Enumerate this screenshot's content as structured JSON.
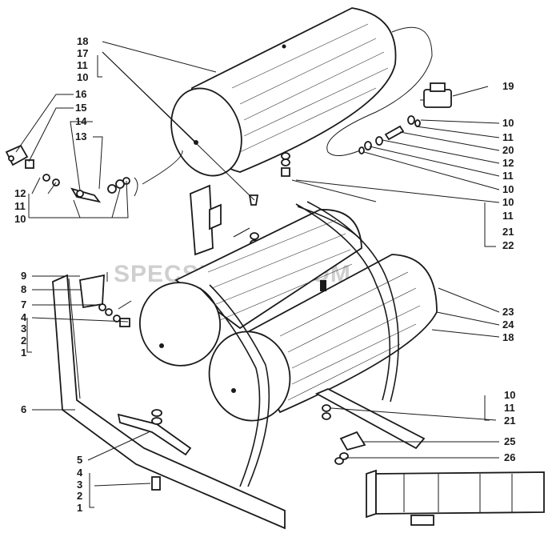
{
  "watermark": "SPECSERVER.COM",
  "callouts": {
    "right_top": [
      "18",
      "17",
      "11",
      "10"
    ],
    "left_upper": [
      "16",
      "15",
      "14",
      "13",
      "12",
      "11",
      "10"
    ],
    "right_valve": [
      "19",
      "10",
      "11",
      "20",
      "12",
      "11",
      "10",
      "10",
      "11",
      "21",
      "22"
    ],
    "left_bracket": [
      "9",
      "8",
      "7",
      "4",
      "3",
      "2",
      "1"
    ],
    "right_lower": [
      "23",
      "24",
      "18"
    ],
    "left_frame": [
      "6",
      "5",
      "4",
      "3",
      "2",
      "1"
    ],
    "right_bottom": [
      "10",
      "11",
      "21",
      "25",
      "26"
    ]
  }
}
